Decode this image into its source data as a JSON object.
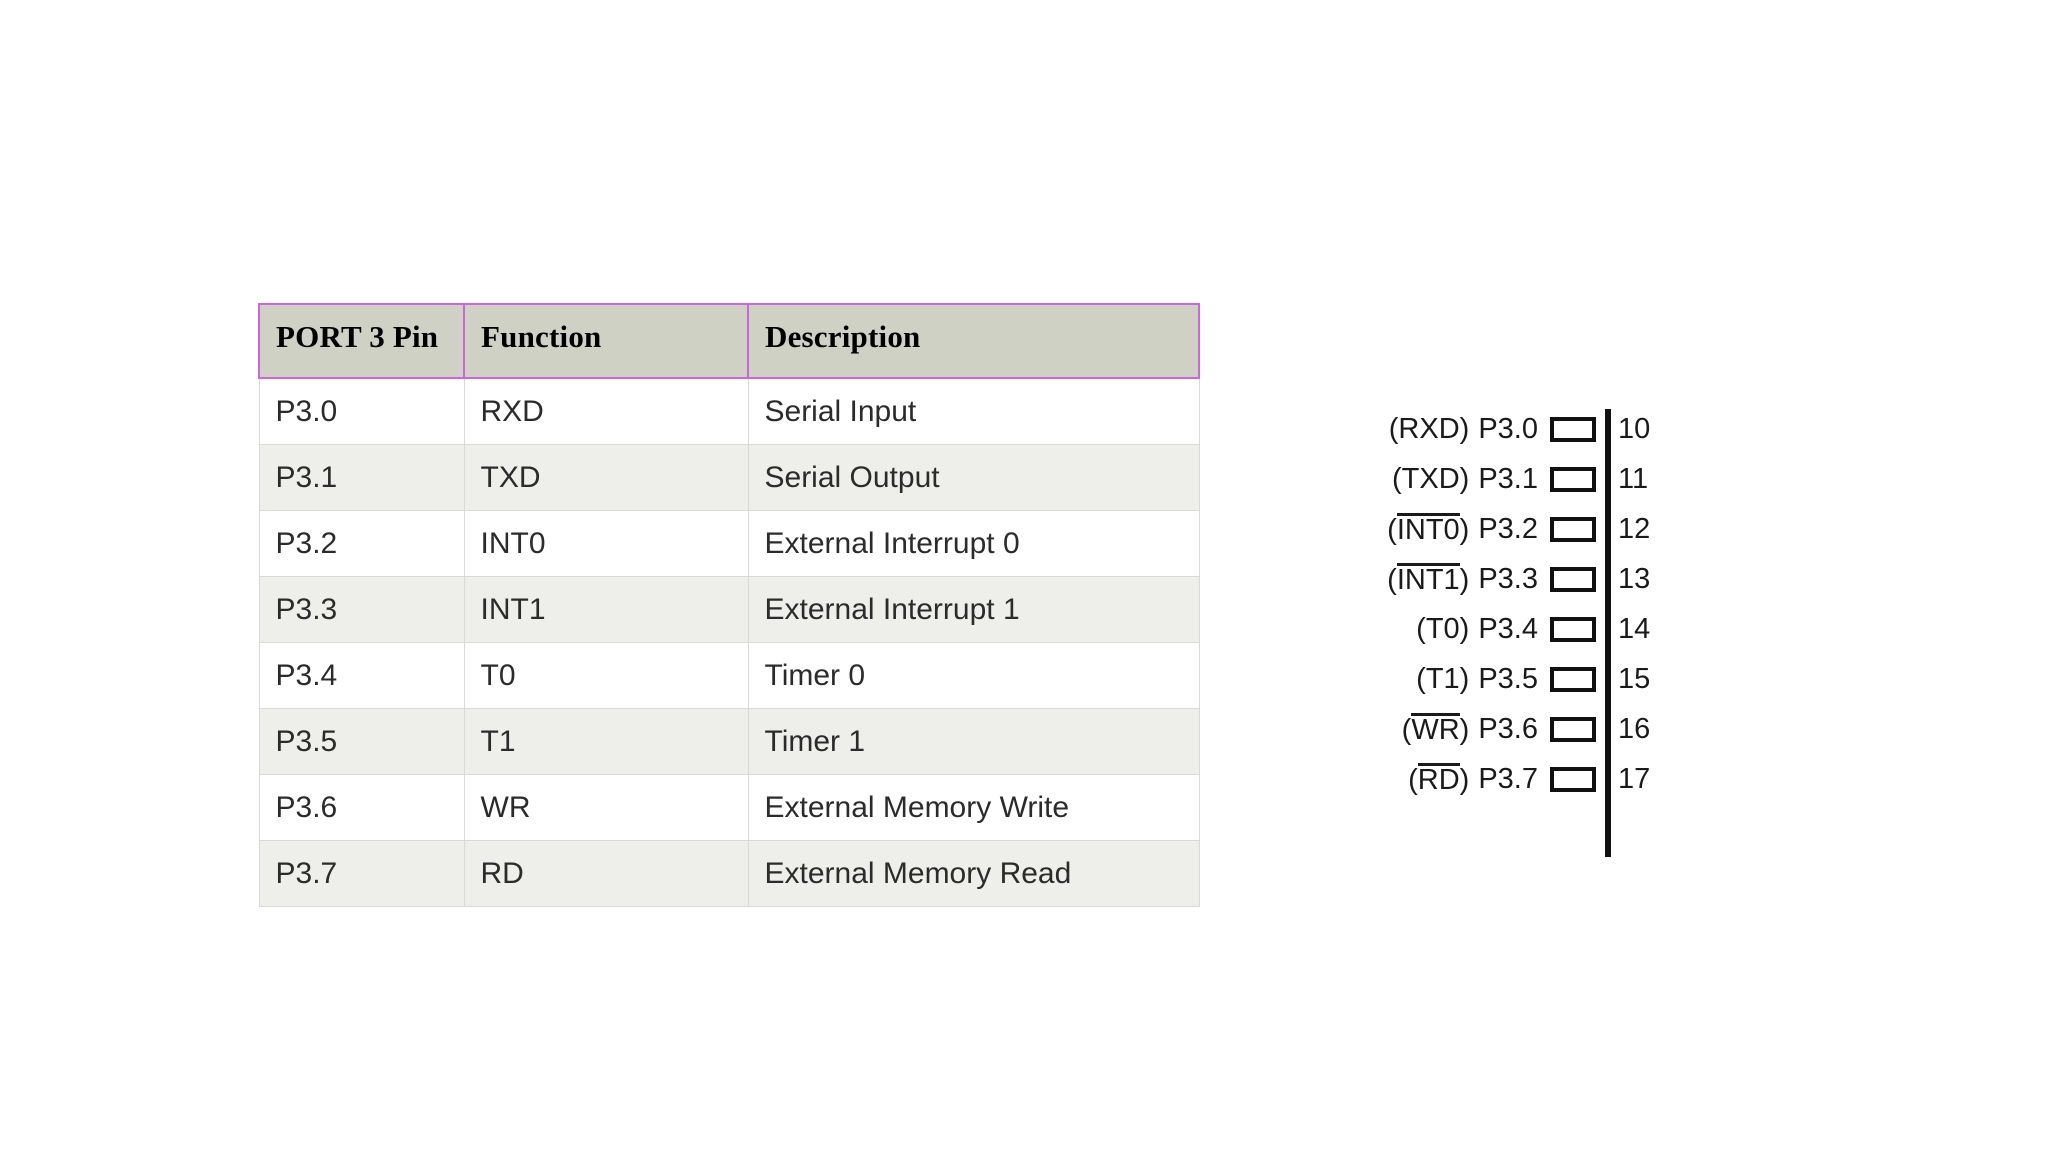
{
  "table": {
    "columns": [
      "PORT 3 Pin",
      "Function",
      "Description"
    ],
    "header_bg": "#ced1c4",
    "header_border": "#cc66dd",
    "row_alt_bg": "#eeefea",
    "rows": [
      {
        "pin": "P3.0",
        "function": "RXD",
        "description": "Serial Input"
      },
      {
        "pin": "P3.1",
        "function": "TXD",
        "description": "Serial Output"
      },
      {
        "pin": "P3.2",
        "function": "INT0",
        "description": "External Interrupt 0"
      },
      {
        "pin": "P3.3",
        "function": "INT1",
        "description": "External Interrupt 1"
      },
      {
        "pin": "P3.4",
        "function": "T0",
        "description": "Timer 0"
      },
      {
        "pin": "P3.5",
        "function": "T1",
        "description": "Timer 1"
      },
      {
        "pin": "P3.6",
        "function": "WR",
        "description": "External Memory Write"
      },
      {
        "pin": "P3.7",
        "function": "RD",
        "description": "External Memory Read"
      }
    ]
  },
  "pin_diagram": {
    "pins": [
      {
        "alt_open": "(",
        "alt_label": "RXD",
        "alt_close": ")",
        "overline": false,
        "name": "P3.0",
        "number": "10"
      },
      {
        "alt_open": "(",
        "alt_label": "TXD",
        "alt_close": ")",
        "overline": false,
        "name": "P3.1",
        "number": "11"
      },
      {
        "alt_open": "(",
        "alt_label": "INT0",
        "alt_close": ")",
        "overline": true,
        "name": "P3.2",
        "number": "12"
      },
      {
        "alt_open": "(",
        "alt_label": "INT1",
        "alt_close": ")",
        "overline": true,
        "name": "P3.3",
        "number": "13"
      },
      {
        "alt_open": "(",
        "alt_label": "T0",
        "alt_close": ")",
        "overline": false,
        "name": "P3.4",
        "number": "14"
      },
      {
        "alt_open": "(",
        "alt_label": "T1",
        "alt_close": ")",
        "overline": false,
        "name": "P3.5",
        "number": "15"
      },
      {
        "alt_open": "(",
        "alt_label": "WR",
        "alt_close": ")",
        "overline": true,
        "name": "P3.6",
        "number": "16"
      },
      {
        "alt_open": "(",
        "alt_label": "RD",
        "alt_close": ")",
        "overline": true,
        "name": "P3.7",
        "number": "17"
      }
    ]
  }
}
